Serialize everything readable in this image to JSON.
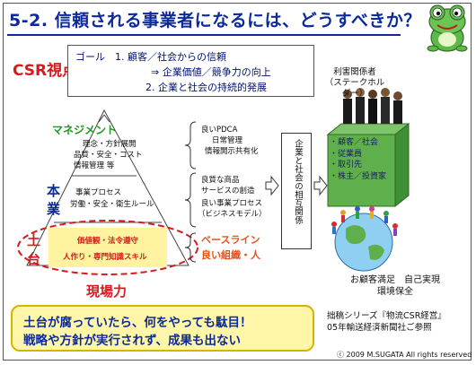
{
  "title": "5-2. 信頼される事業者になるには、どうすべきか？",
  "csr_label": "CSR視点",
  "goal": {
    "line1": "ゴール　1.  顧客／社会からの信頼",
    "line2": "⇒ 企業価値／競争力の向上",
    "line3": "2.  企業と社会の持続的発展"
  },
  "pyramid": {
    "management": {
      "label": "マネジメント",
      "items": [
        "理念・方針展開",
        "品質・安全・コスト",
        "情報管理  等"
      ]
    },
    "honsho": {
      "label_1": "本",
      "label_2": "業",
      "items": [
        "事業プロセス",
        "労働・安全・衛生ルール"
      ]
    },
    "foundation": {
      "label_1": "土",
      "label_2": "台",
      "items": [
        "価値観・法令遵守",
        "人作り・専門知識スキル"
      ]
    },
    "genba": "現場力"
  },
  "braces": {
    "top": [
      "良いPDCA",
      "日常管理",
      "情報開示共有化"
    ],
    "middle": [
      "良質な商品",
      "サービスの創造",
      "良い事業プロセス",
      "（ビジネスモデル）"
    ],
    "bottom": [
      "ベースライン",
      "良い組織・人"
    ]
  },
  "vertical_text": "企業と社会の相互関係",
  "stakeholder": {
    "label_1": "利害関係者",
    "label_2": "（ステークホルダー）",
    "items": [
      "・顧客／社会",
      "・従業員",
      "・取引先",
      "・株主／投資家"
    ]
  },
  "outcomes": {
    "line1": "お顧客満足　自己実現",
    "line2": "環境保全"
  },
  "bottom_message": {
    "line1": "土台が腐っていたら、何をやっても駄目！",
    "line2": "戦略や方針が実行されず、成果も出ない"
  },
  "reference": {
    "line1": "拙稿シリーズ『物流CSR経営』",
    "line2": "05年輸送経済新聞社ご参照"
  },
  "copyright": "ⓒ 2009  M.SUGATA  All rights reserved",
  "colors": {
    "title": "#0d2a9a",
    "csr": "#d51c1c",
    "management": "#1a9a1a",
    "foundation": "#d51c1c",
    "baseline": "#e8501a",
    "bottom_box_bg": "#fff6a8"
  }
}
